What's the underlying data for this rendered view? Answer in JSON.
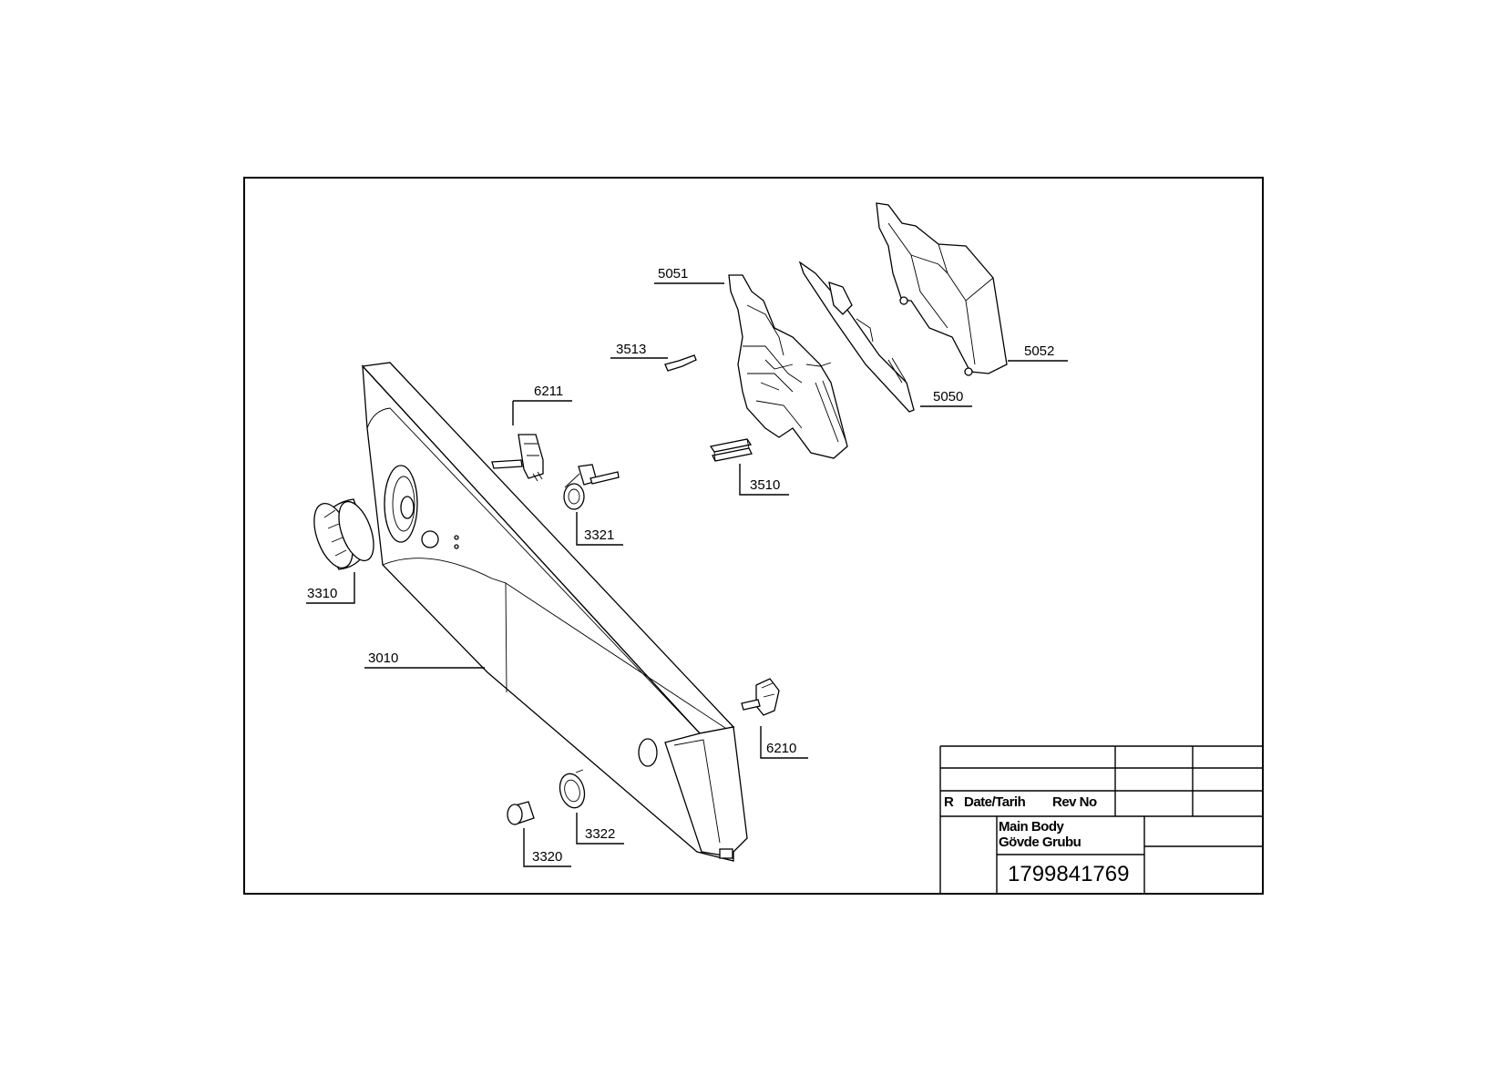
{
  "parts": [
    {
      "key": "p5051",
      "label": "5051"
    },
    {
      "key": "p3513",
      "label": "3513"
    },
    {
      "key": "p6211",
      "label": "6211"
    },
    {
      "key": "p5052",
      "label": "5052"
    },
    {
      "key": "p5050",
      "label": "5050"
    },
    {
      "key": "p3510",
      "label": "3510"
    },
    {
      "key": "p3321",
      "label": "3321"
    },
    {
      "key": "p3310",
      "label": "3310"
    },
    {
      "key": "p3010",
      "label": "3010"
    },
    {
      "key": "p6210",
      "label": "6210"
    },
    {
      "key": "p3322",
      "label": "3322"
    },
    {
      "key": "p3320",
      "label": "3320"
    }
  ],
  "title_block": {
    "rev_letter": "R",
    "date_label": "Date/Tarih",
    "rev_no_label": "Rev No",
    "title_en": "Main Body",
    "title_tr": "Gövde Grubu",
    "drawing_number": "1799841769"
  }
}
